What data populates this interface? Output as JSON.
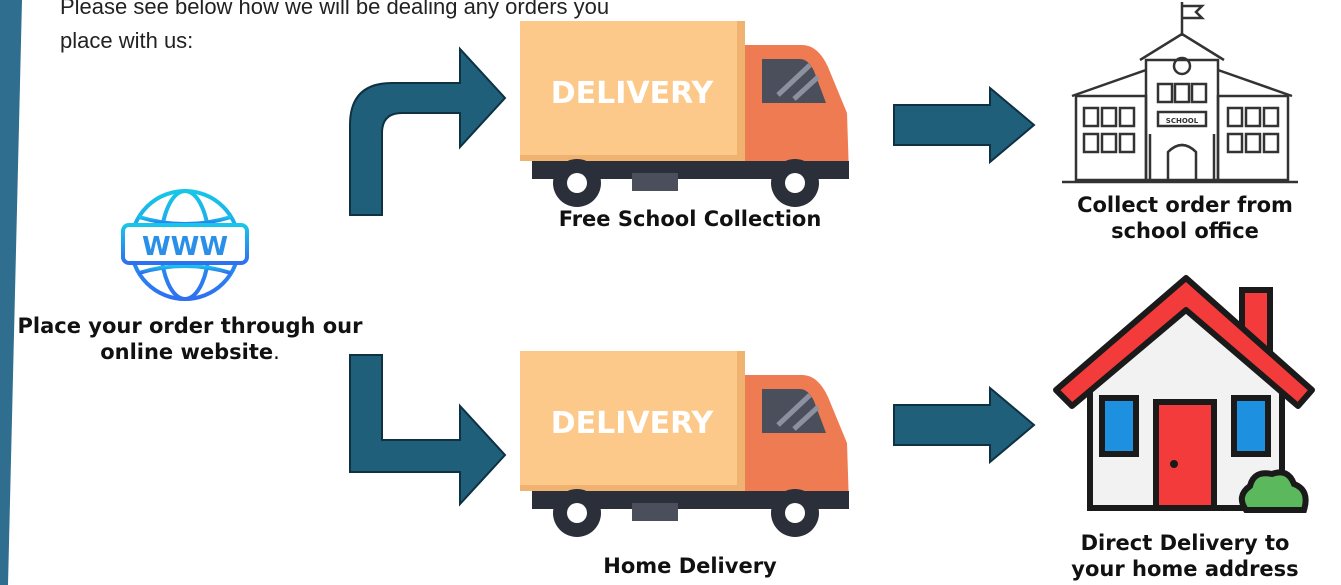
{
  "intro": {
    "line1": "Please see below how we will be dealing any orders you",
    "line2": "place with us:"
  },
  "steps": {
    "website": {
      "label_line1": "Place your order through our",
      "label_line2": "online website",
      "label_suffix": ".",
      "icon_text": "WWW"
    },
    "school_collection": {
      "label": "Free School Collection",
      "truck_text": "DELIVERY"
    },
    "home_delivery": {
      "label": "Home Delivery",
      "truck_text": "DELIVERY"
    },
    "school_office": {
      "label_line1": "Collect order from",
      "label_line2": "school office",
      "sign_text": "SCHOOL"
    },
    "home_address": {
      "label_line1": "Direct Delivery to",
      "label_line2": "your home address"
    }
  },
  "colors": {
    "arrow": "#1f5f7a",
    "accent_bar": "#2f6e8e",
    "truck_cab": "#ee7b52",
    "truck_box": "#fcc98a",
    "roof": "#f43b3b",
    "door": "#f43b3b",
    "window": "#1e90e0",
    "bush": "#5cb85c",
    "globe": "#1aa3e8"
  }
}
